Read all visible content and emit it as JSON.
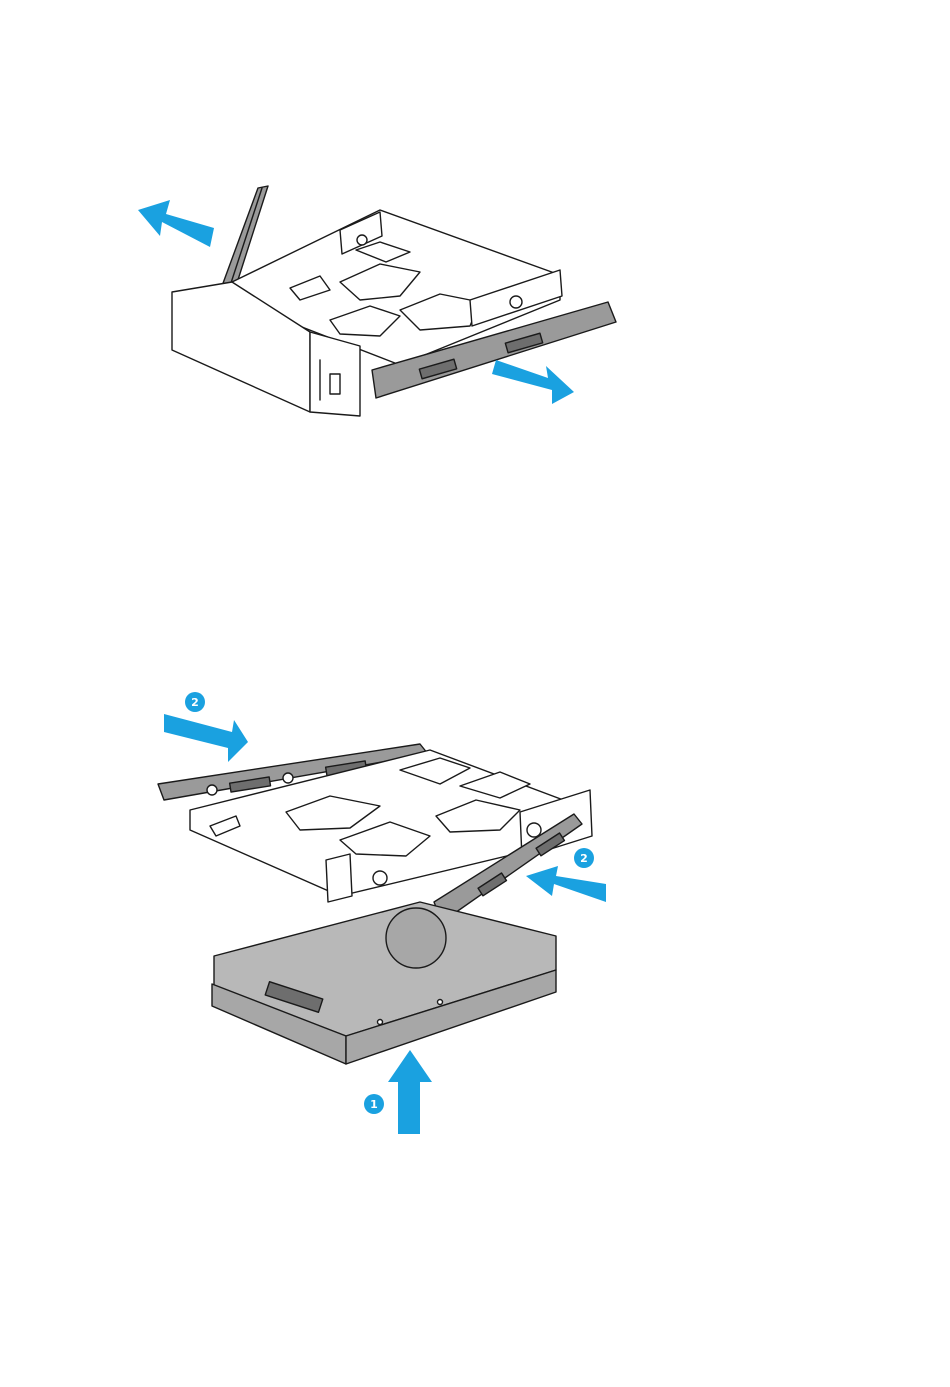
{
  "colors": {
    "arrow": "#1aa1e0",
    "rail": "#9a9a9a",
    "disk": "#a7a7a7",
    "line": "#1a1a1a"
  },
  "steps": {
    "lift": "1",
    "attach_left": "2",
    "attach_right": "2"
  },
  "icons": {
    "arrow": "arrow-icon",
    "screw": "screw-icon",
    "step_badge": "step-badge-icon"
  }
}
